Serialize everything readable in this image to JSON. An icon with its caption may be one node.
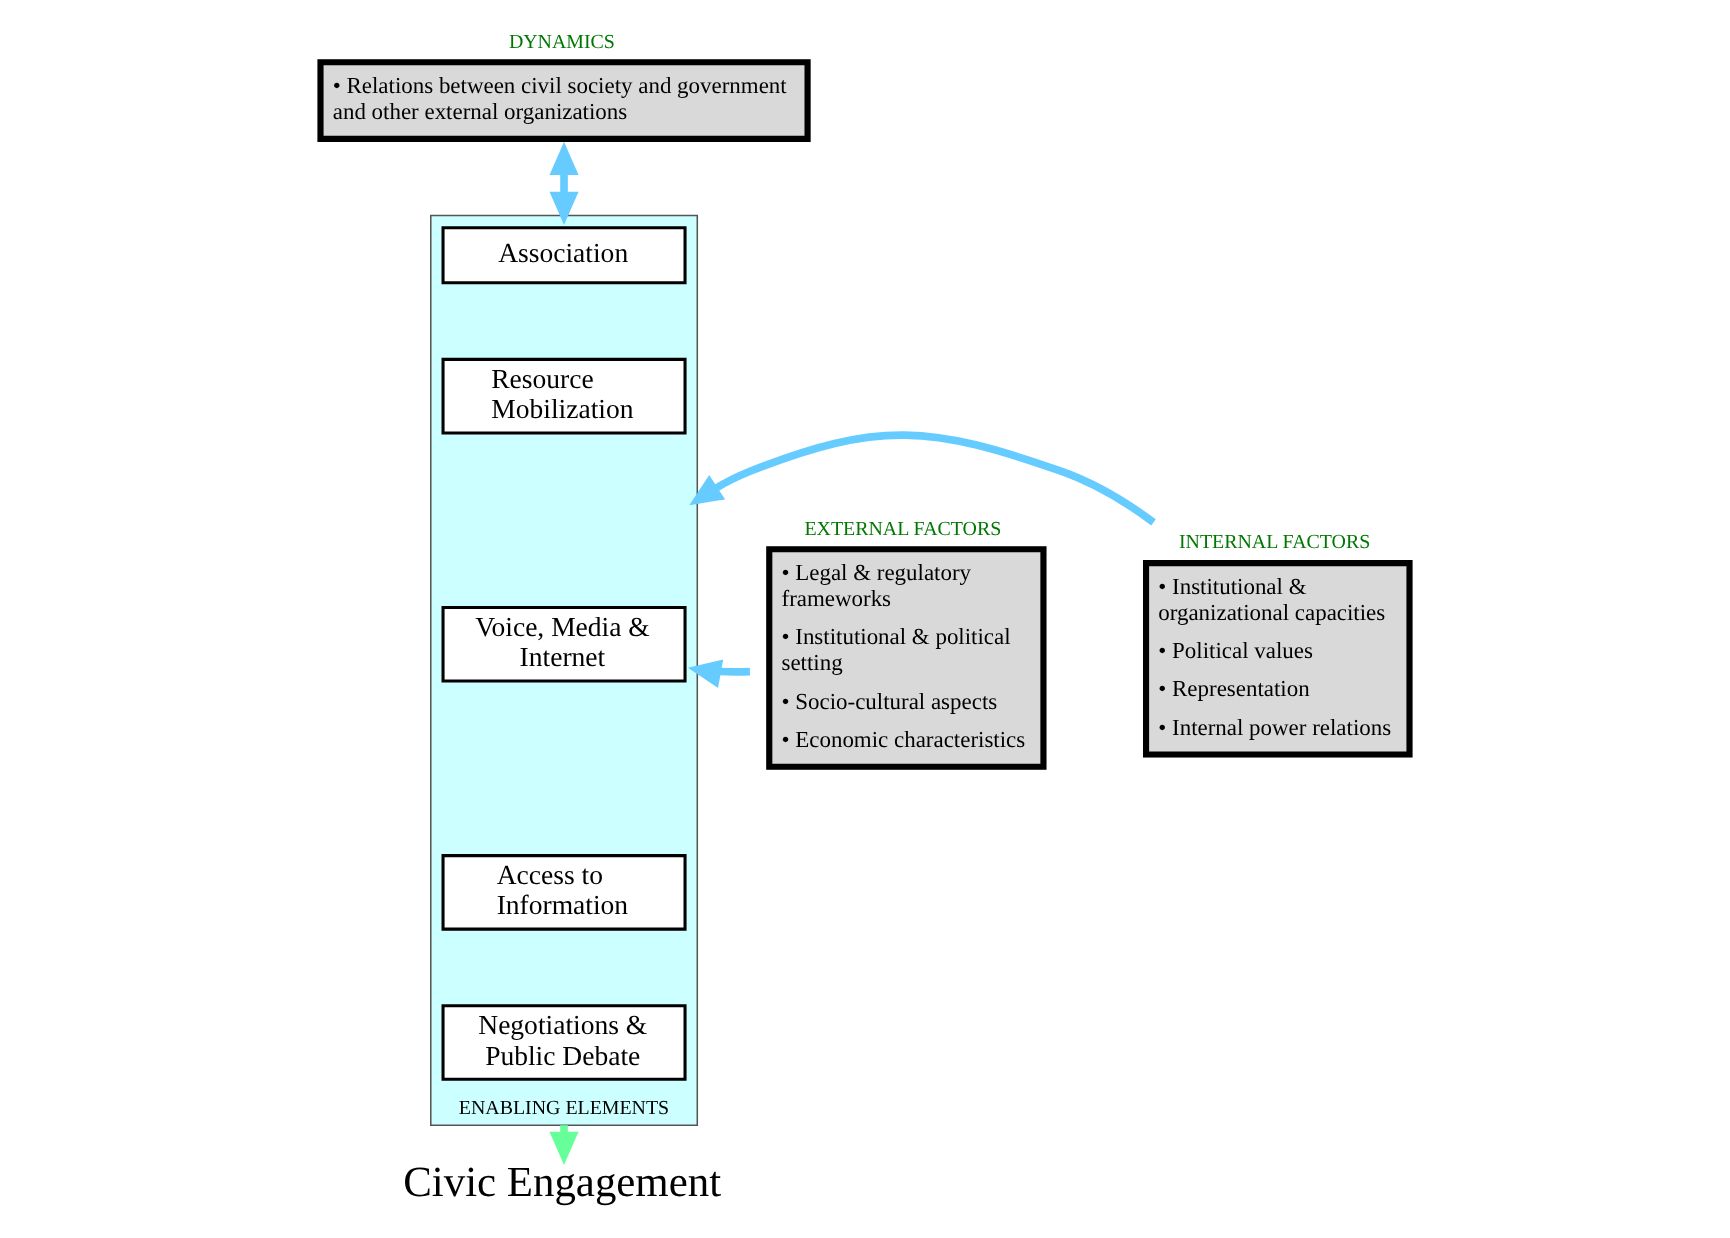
{
  "diagram": {
    "nodes": [
      {
        "text": [
          "DYNAMICS",
          "• Relations between civil society and government and other external organizations"
        ]
      },
      {
        "text": [
          "EXTERNAL FACTORS",
          "• Legal & regulatory frameworks",
          "• Institutional & political setting",
          "• Socio-cultural aspects",
          "• Economic characteristics"
        ]
      },
      {
        "text": [
          "ENABLING ELEMENTS"
        ]
      },
      {
        "text": [
          "Association"
        ],
        "in": 2
      },
      {
        "text": [
          "Resource Mobilization"
        ],
        "in": 2
      },
      {
        "text": [
          "Voice, Media & Internet"
        ],
        "in": 2
      },
      {
        "text": [
          "Access to Information"
        ],
        "in": 2
      },
      {
        "text": [
          "Negotiations & Public Debate"
        ],
        "in": 2
      },
      {
        "text": [
          "INTERNAL FACTORS",
          "• Institutional & organizational capacities",
          "• Political values",
          "• Representation",
          "• Internal power relations"
        ]
      },
      {
        "text": [
          "Civic Engagement"
        ]
      }
    ],
    "edges": [
      {
        "from": 0,
        "to": 2,
        "arrow": "both"
      },
      {
        "from": 1,
        "to": 2,
        "arrow": "to"
      },
      {
        "from": 8,
        "to": 2,
        "arrow": "to"
      },
      {
        "from": 2,
        "to": 9,
        "arrow": "to",
        "color": "#66ff99"
      }
    ]
  }
}
